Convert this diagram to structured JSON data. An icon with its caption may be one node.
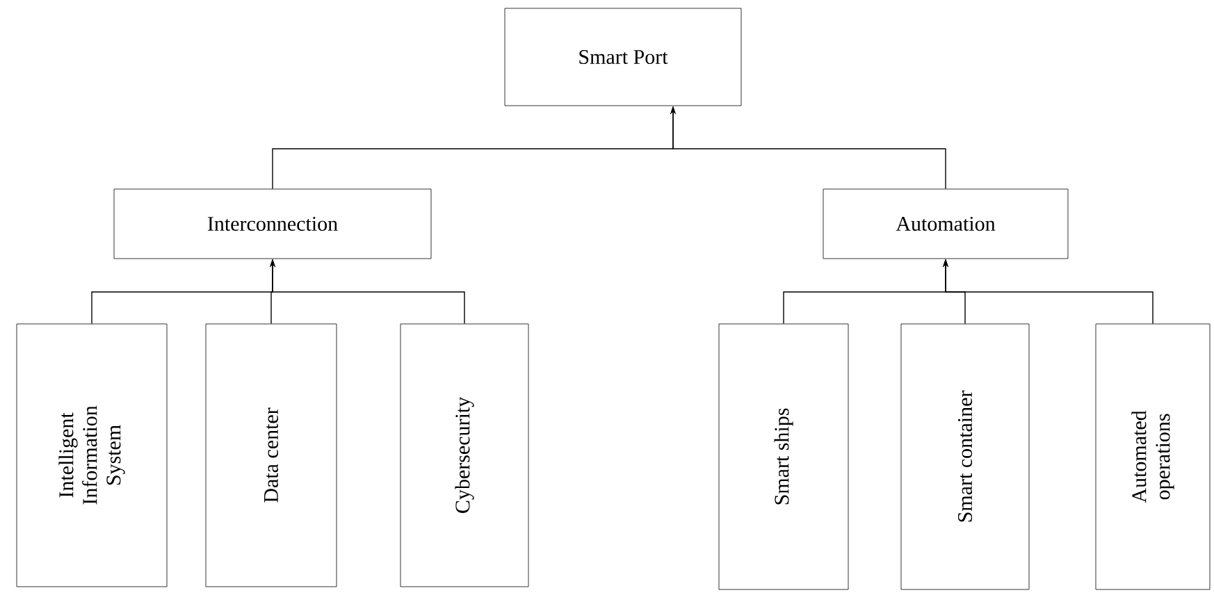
{
  "diagram": {
    "nodes": [
      {
        "text": [
          "Smart Port"
        ]
      },
      {
        "text": [
          "Interconnection"
        ]
      },
      {
        "text": [
          "Automation"
        ]
      },
      {
        "text": [
          "Intelligent Information System"
        ]
      },
      {
        "text": [
          "Data center"
        ]
      },
      {
        "text": [
          "Cybersecurity"
        ]
      },
      {
        "text": [
          "Smart ships"
        ]
      },
      {
        "text": [
          "Smart container"
        ]
      },
      {
        "text": [
          "Automated operations"
        ]
      }
    ],
    "edges": [
      {
        "from": 1,
        "to": 0,
        "arrow": "to"
      },
      {
        "from": 2,
        "to": 0,
        "arrow": "to"
      },
      {
        "from": 3,
        "to": 1,
        "arrow": "to"
      },
      {
        "from": 4,
        "to": 1,
        "arrow": "to"
      },
      {
        "from": 5,
        "to": 1,
        "arrow": "to"
      },
      {
        "from": 6,
        "to": 2,
        "arrow": "to"
      },
      {
        "from": 7,
        "to": 2,
        "arrow": "to"
      },
      {
        "from": 8,
        "to": 2,
        "arrow": "to"
      }
    ]
  }
}
